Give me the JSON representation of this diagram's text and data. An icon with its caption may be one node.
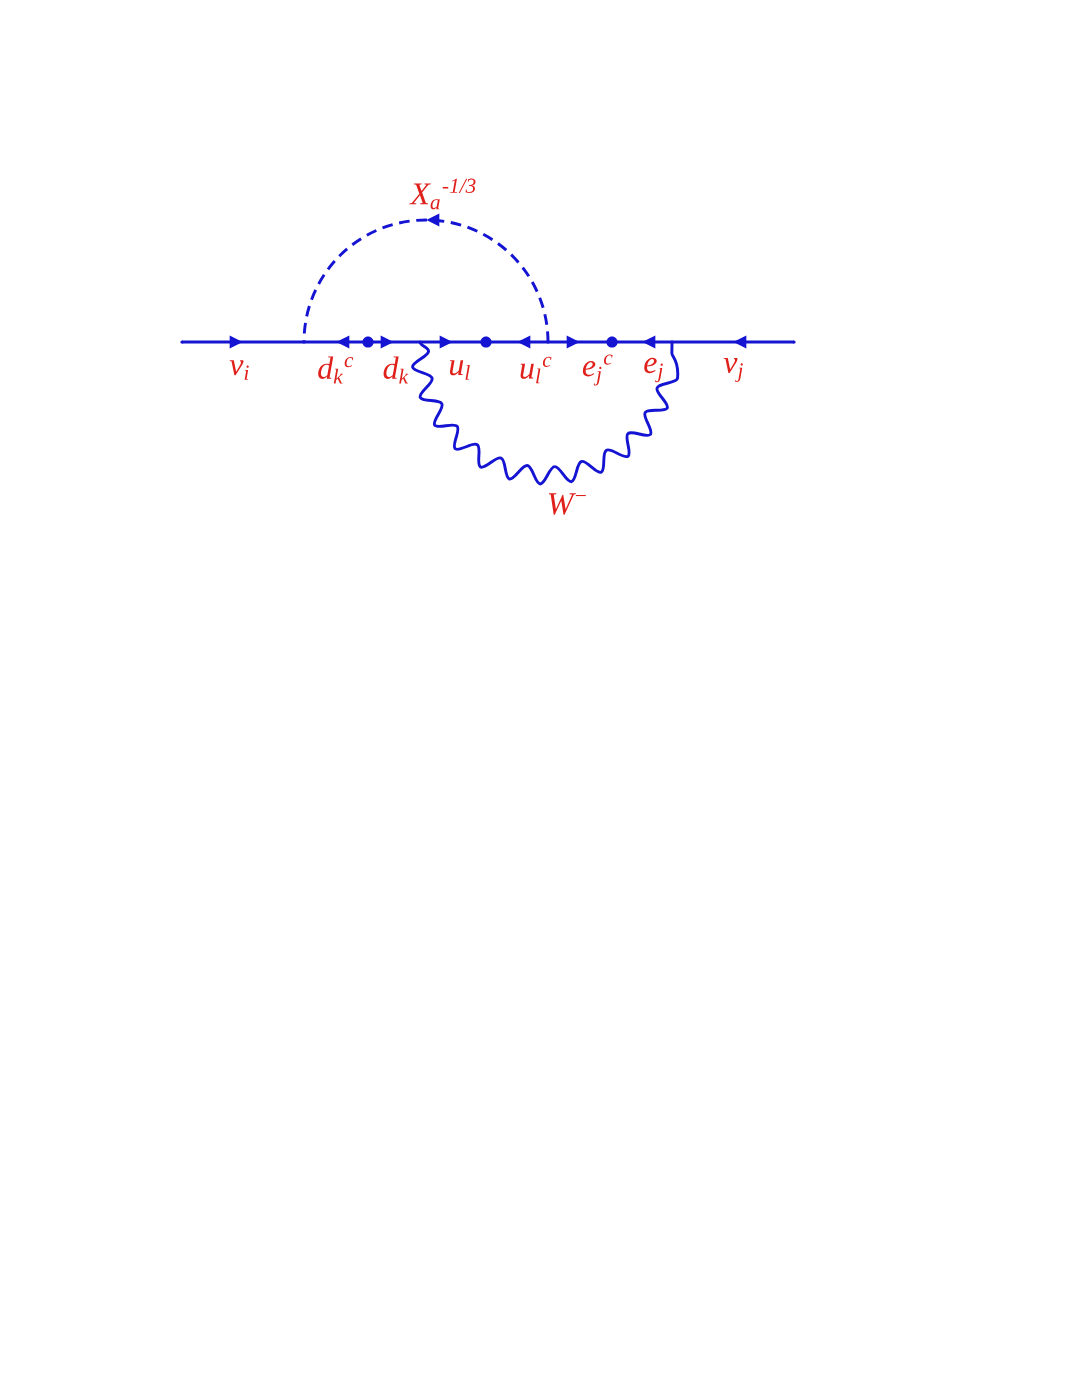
{
  "diagram": {
    "nodes": [
      {
        "text": [],
        "shape": "point"
      },
      {
        "text": [],
        "shape": "point"
      },
      {
        "text": [],
        "shape": "dot"
      },
      {
        "text": [],
        "shape": "point"
      },
      {
        "text": [],
        "shape": "dot"
      },
      {
        "text": [],
        "shape": "point"
      },
      {
        "text": [],
        "shape": "dot"
      },
      {
        "text": [],
        "shape": "point"
      },
      {
        "text": [],
        "shape": "point"
      }
    ],
    "edges": [
      {
        "from": 0,
        "to": 1,
        "arrow": "to",
        "label": "ν$_{i}$"
      },
      {
        "from": 2,
        "to": 1,
        "arrow": "to",
        "label": "d$_{k}$$^{c}$"
      },
      {
        "from": 2,
        "to": 3,
        "arrow": "to",
        "label": "d$_{k}$"
      },
      {
        "from": 3,
        "to": 4,
        "arrow": "to",
        "label": "u$_{l}$"
      },
      {
        "from": 5,
        "to": 4,
        "arrow": "to",
        "label": "u$_{l}$$^{c}$"
      },
      {
        "from": 5,
        "to": 6,
        "arrow": "to",
        "label": "e$_{j}$$^{c}$"
      },
      {
        "from": 7,
        "to": 6,
        "arrow": "to",
        "label": "e$_{j}$"
      },
      {
        "from": 8,
        "to": 7,
        "arrow": "to",
        "label": "ν$_{j}$"
      },
      {
        "from": 5,
        "to": 1,
        "arrow": "to",
        "style": "dashed",
        "label": "X$_{a}$$^{-1/3}$"
      },
      {
        "from": 3,
        "to": 7,
        "arrow": "none",
        "label": "W$^{−}$"
      }
    ]
  }
}
